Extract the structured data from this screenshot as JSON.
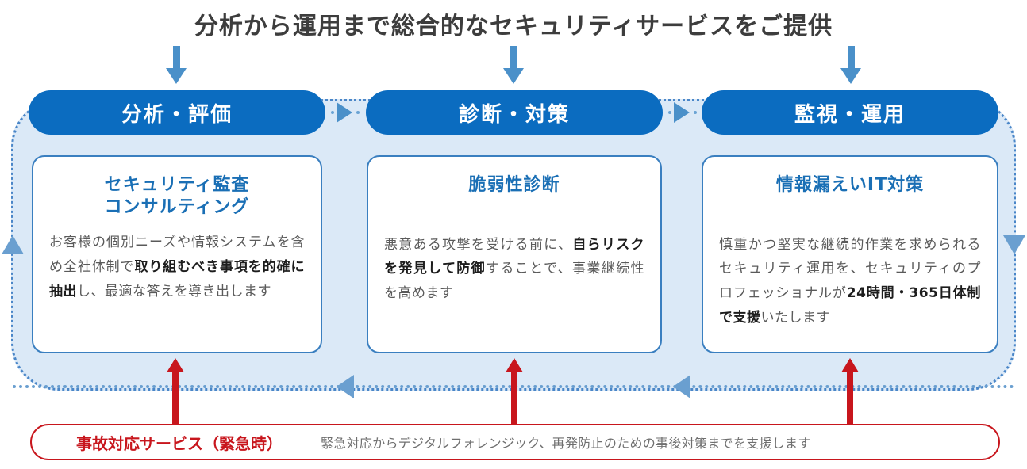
{
  "title": "分析から運用まで総合的なセキュリティサービスをご提供",
  "stages": [
    {
      "pill_label": "分析・評価"
    },
    {
      "pill_label": "診断・対策"
    },
    {
      "pill_label": "監視・運用"
    }
  ],
  "cards": [
    {
      "heading_line1": "セキュリティ監査",
      "heading_line2": "コンサルティング",
      "body_plain_1": "お客様の個別ニーズや情報システムを含め全社体制で",
      "body_bold_1": "取り組むべき事項を的確に抽出",
      "body_plain_2": "し、最適な答えを導き出します"
    },
    {
      "heading_line1": "脆弱性診断",
      "heading_line2": "",
      "body_plain_1": "悪意ある攻撃を受ける前に、",
      "body_bold_1": "自らリスクを発見して防御",
      "body_plain_2": "することで、事業継続性を高めます"
    },
    {
      "heading_line1": "情報漏えいIT対策",
      "heading_line2": "",
      "body_plain_1": "慎重かつ堅実な継続的作業を求められるセキュリティ運用を、セキュリティのプロフェッショナルが",
      "body_bold_1": "24時間・365日体制で支援",
      "body_plain_2": "いたします"
    }
  ],
  "emergency": {
    "label": "事故対応サービス（緊急時）",
    "description": "緊急対応からデジタルフォレンジック、再発防止のための事後対策までを支援します"
  },
  "colors": {
    "pill_blue": "#0b6cc0",
    "heading_blue": "#1a6fb5",
    "panel_bg": "#dbe9f7",
    "arrow_blue": "#4a90c9",
    "loop_blue": "#6a9fd0",
    "emergency_red": "#c8161d",
    "body_gray": "#5a5a5a",
    "title_gray": "#3d3d3d"
  }
}
